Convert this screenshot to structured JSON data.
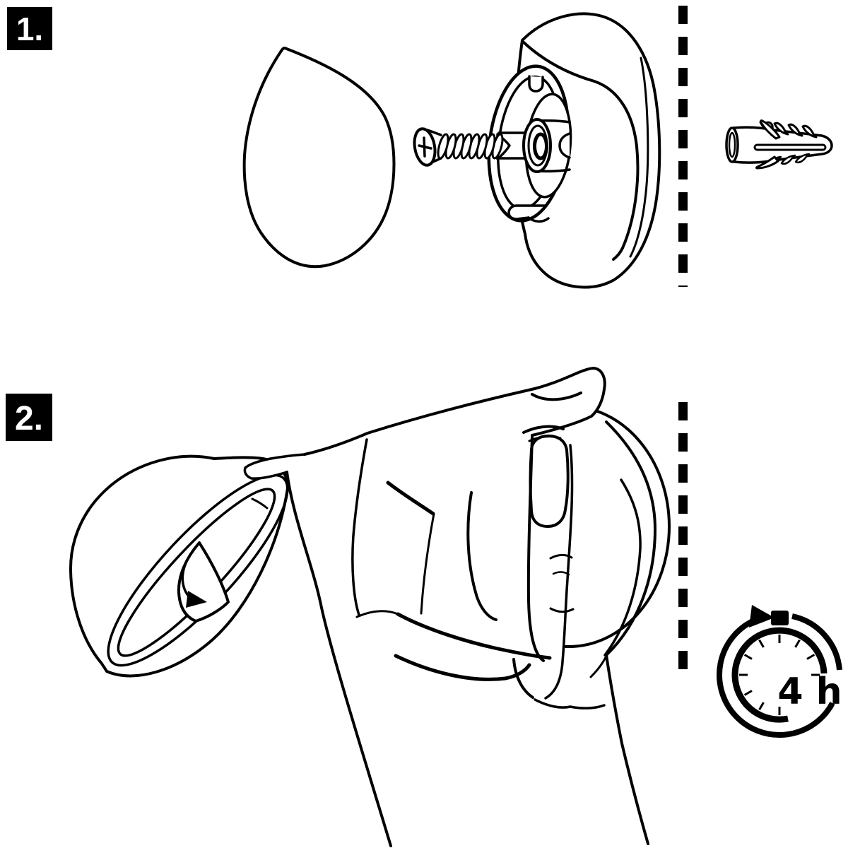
{
  "colors": {
    "ink": "#000000",
    "background": "#ffffff"
  },
  "step1": {
    "badge": "1.",
    "parts": [
      "cover-cap",
      "mounting-screw",
      "wall-mount-base",
      "wall-anchor-plug"
    ]
  },
  "step2": {
    "badge": "2.",
    "parts": [
      "knob-with-rotation-arrow",
      "hand-pressing-knob"
    ]
  },
  "timer": {
    "label": "4 h"
  }
}
